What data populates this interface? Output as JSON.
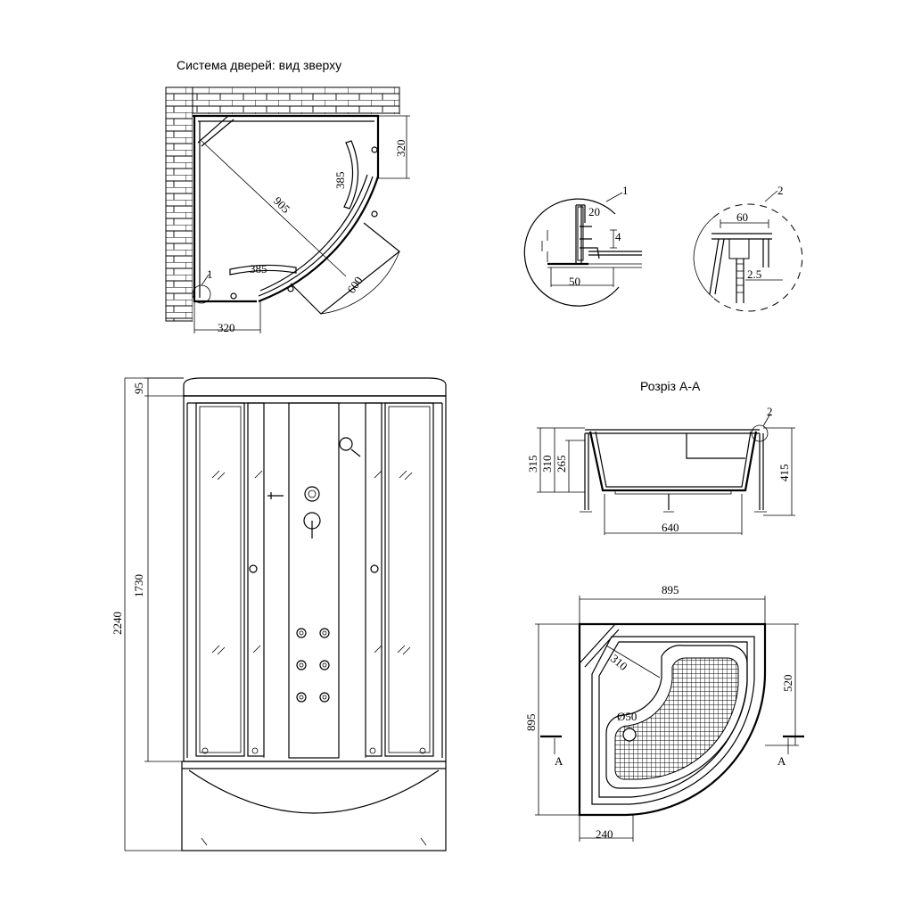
{
  "titles": {
    "top_view": "Система дверей: вид зверху",
    "section": "Розріз А-А"
  },
  "top_view": {
    "dim_diagonal": "905",
    "dim_right": "320",
    "dim_bottom": "320",
    "dim_arc_right": "385",
    "dim_arc_bottom": "385",
    "dim_door": "600",
    "callout": "1"
  },
  "detail_1": {
    "callout": "1",
    "dim_top": "20",
    "dim_side": "4",
    "dim_bottom": "50"
  },
  "detail_2": {
    "callout": "2",
    "dim_top": "60",
    "dim_side": "2.5"
  },
  "front_view": {
    "dim_top": "95",
    "dim_mid": "1730",
    "dim_total": "2240"
  },
  "section": {
    "callout": "2",
    "dim_315": "315",
    "dim_310": "310",
    "dim_265": "265",
    "dim_415": "415",
    "dim_640": "640"
  },
  "tray_plan": {
    "dim_top": "895",
    "dim_left": "895",
    "dim_right": "520",
    "dim_radius": "310",
    "dim_drain": "Ø50",
    "dim_bottom": "240",
    "section_mark_left": "A",
    "section_mark_right": "A"
  }
}
